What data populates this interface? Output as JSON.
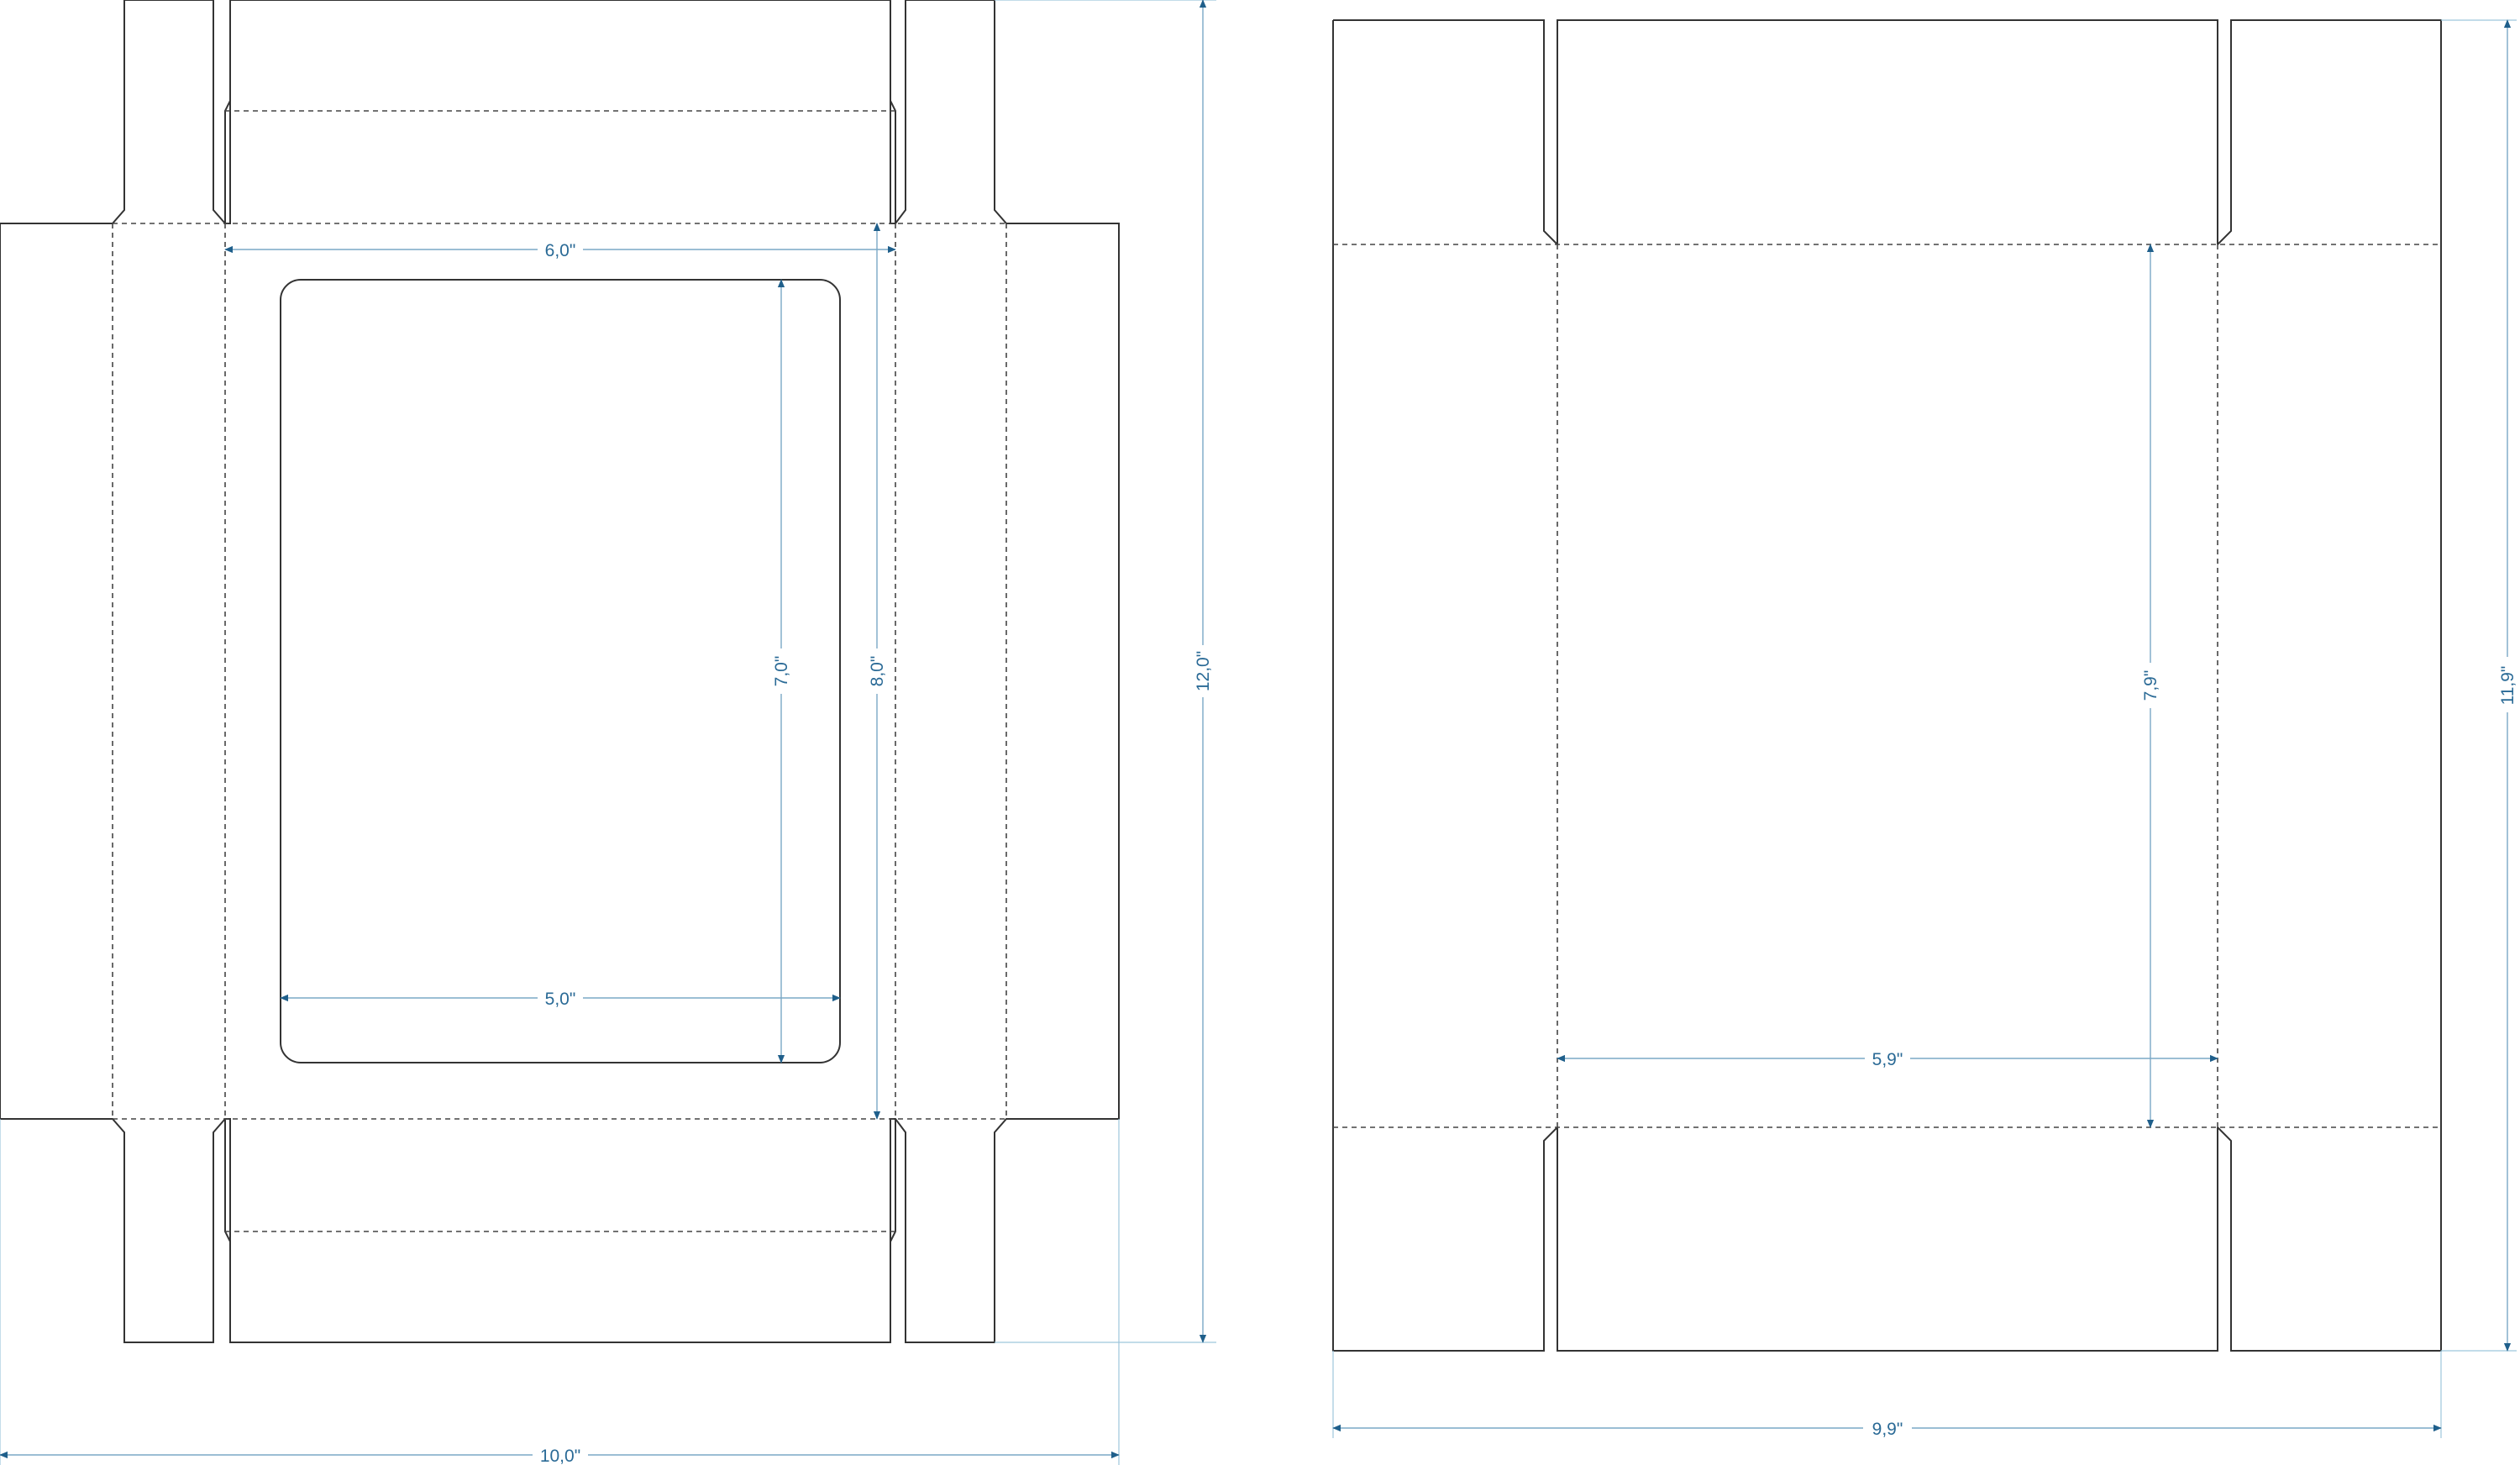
{
  "diagram": {
    "left_template": {
      "dimensions": {
        "panel_width": "6,0\"",
        "window_width": "5,0\"",
        "window_height": "7,0\"",
        "panel_height": "8,0\"",
        "total_height": "12,0\"",
        "total_width": "10,0\""
      }
    },
    "right_template": {
      "dimensions": {
        "panel_width": "5,9\"",
        "panel_height": "7,9\"",
        "total_height": "11,9\"",
        "total_width": "9,9\""
      }
    },
    "colors": {
      "cut_line": "#333333",
      "fold_line": "#444444",
      "dimension_line": "#7aa9c6",
      "arrow": "#1f5f8b",
      "dimension_text": "#2a6a96"
    }
  }
}
